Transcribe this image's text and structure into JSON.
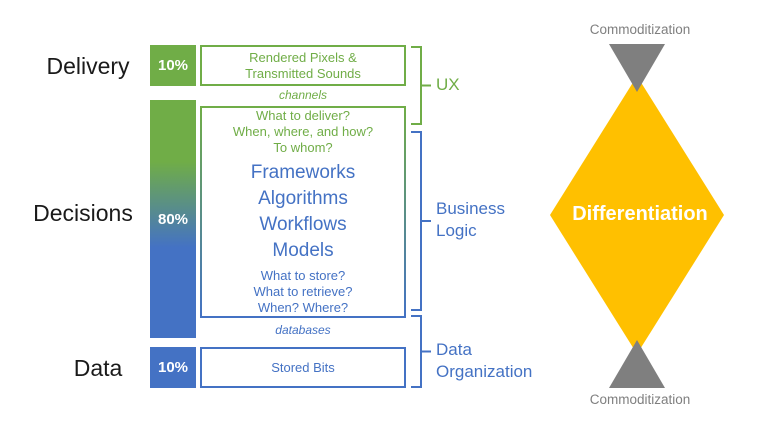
{
  "colors": {
    "green": "#70AD47",
    "blue": "#4472C4",
    "yellow": "#FFC000",
    "gray": "#7F7F7F"
  },
  "rows": {
    "delivery": {
      "label": "Delivery",
      "percent": "10%",
      "box_lines": [
        "Rendered Pixels &",
        "Transmitted Sounds"
      ],
      "caption": "channels"
    },
    "decisions": {
      "label": "Decisions",
      "percent": "80%",
      "green_questions": [
        "What to deliver?",
        "When, where, and how?",
        "To whom?"
      ],
      "core_items": [
        "Frameworks",
        "Algorithms",
        "Workflows",
        "Models"
      ],
      "blue_questions": [
        "What to store?",
        "What to retrieve?",
        "When? Where?"
      ],
      "caption": "databases"
    },
    "data": {
      "label": "Data",
      "percent": "10%",
      "box_lines": [
        "Stored Bits"
      ]
    }
  },
  "brackets": {
    "ux": "UX",
    "business_logic": [
      "Business",
      "Logic"
    ],
    "data_organization": [
      "Data",
      "Organization"
    ]
  },
  "diamond": {
    "center": "Differentiation",
    "top": "Commoditization",
    "bottom": "Commoditization"
  }
}
